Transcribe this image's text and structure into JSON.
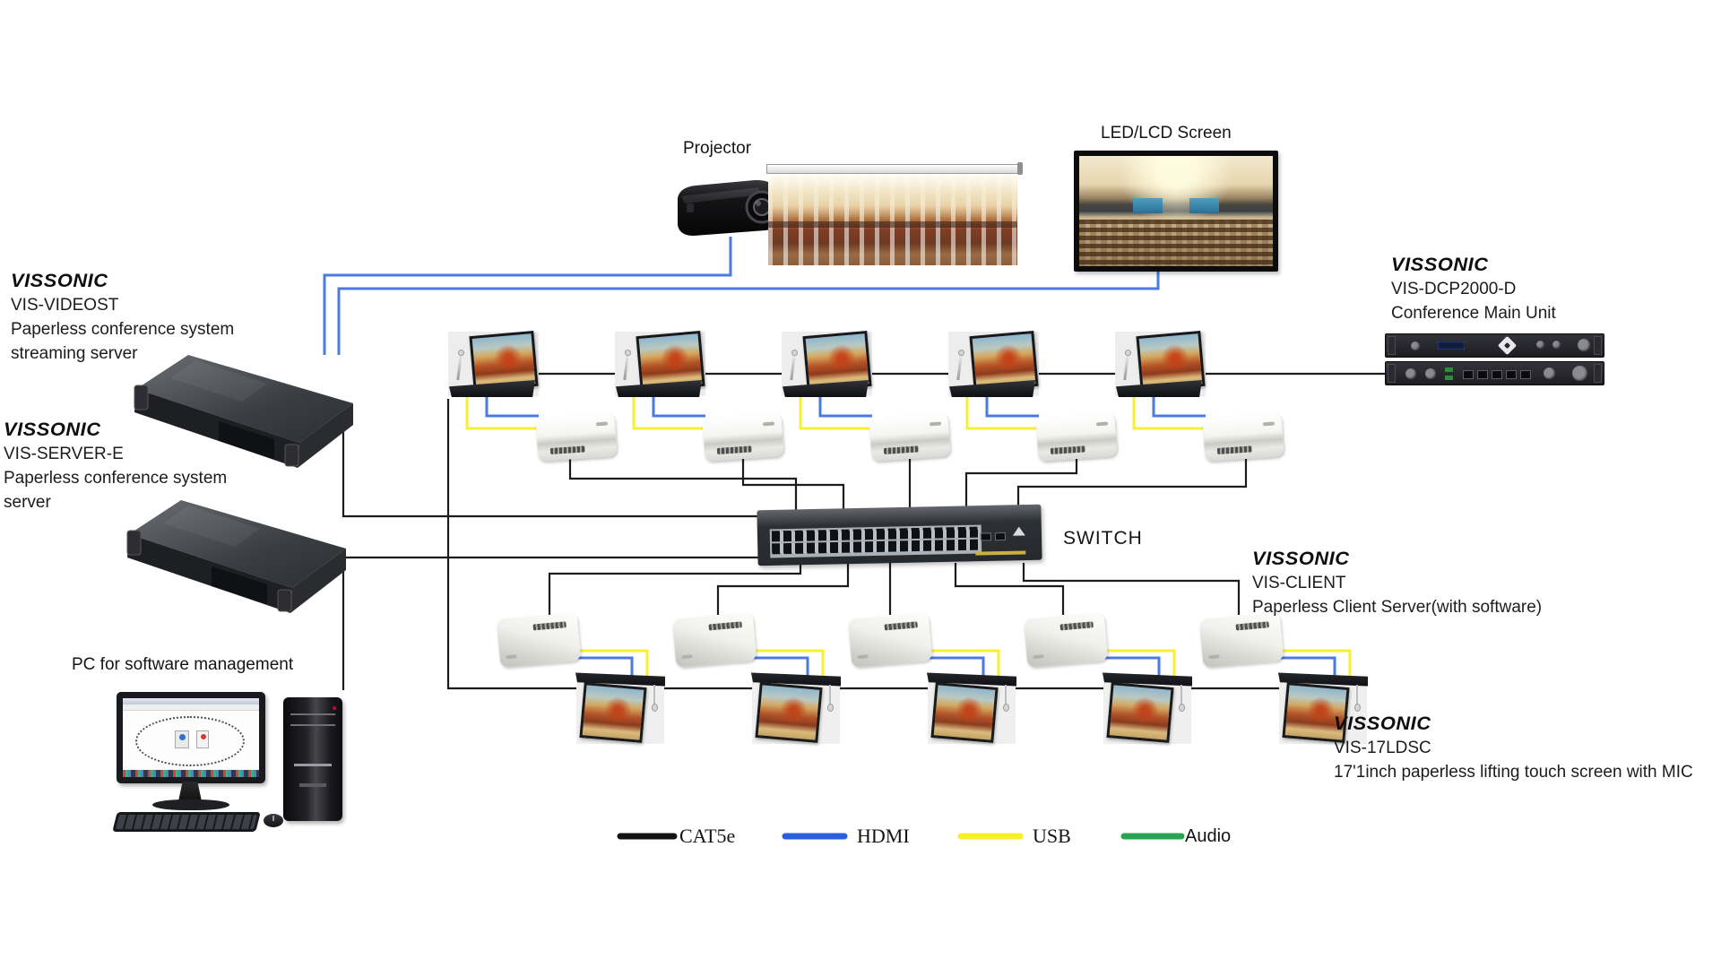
{
  "labels": {
    "projector": "Projector",
    "led_lcd": "LED/LCD Screen",
    "switch": "SWITCH",
    "pc": "PC for software management"
  },
  "device_blocks": {
    "videost": {
      "brand": "VISSONIC",
      "model": "VIS-VIDEOST",
      "line1": "Paperless conference system",
      "line2": "streaming server"
    },
    "server_e": {
      "brand": "VISSONIC",
      "model": "VIS-SERVER-E",
      "line1": "Paperless conference system",
      "line2": "server"
    },
    "dcp2000": {
      "brand": "VISSONIC",
      "model": "VIS-DCP2000-D",
      "line1": "Conference Main Unit"
    },
    "vis_client": {
      "brand": "VISSONIC",
      "model": "VIS-CLIENT",
      "line1": "Paperless Client Server(with software)"
    },
    "vis_17ldsc": {
      "brand": "VISSONIC",
      "model": "VIS-17LDSC",
      "line1": "17'1inch paperless lifting touch screen with MIC"
    }
  },
  "legend": {
    "items": [
      {
        "label": "CAT5e",
        "color": "#141414"
      },
      {
        "label": "HDMI",
        "color": "#2b5fdd"
      },
      {
        "label": "USB",
        "color": "#f6ef28"
      },
      {
        "label": "Audio",
        "color": "#2aa351"
      }
    ]
  },
  "cables": {
    "cat5e": "#1c1c1c",
    "hdmi": "#4a7ae2",
    "usb": "#f8ef2f",
    "audio": "#2aa351"
  }
}
